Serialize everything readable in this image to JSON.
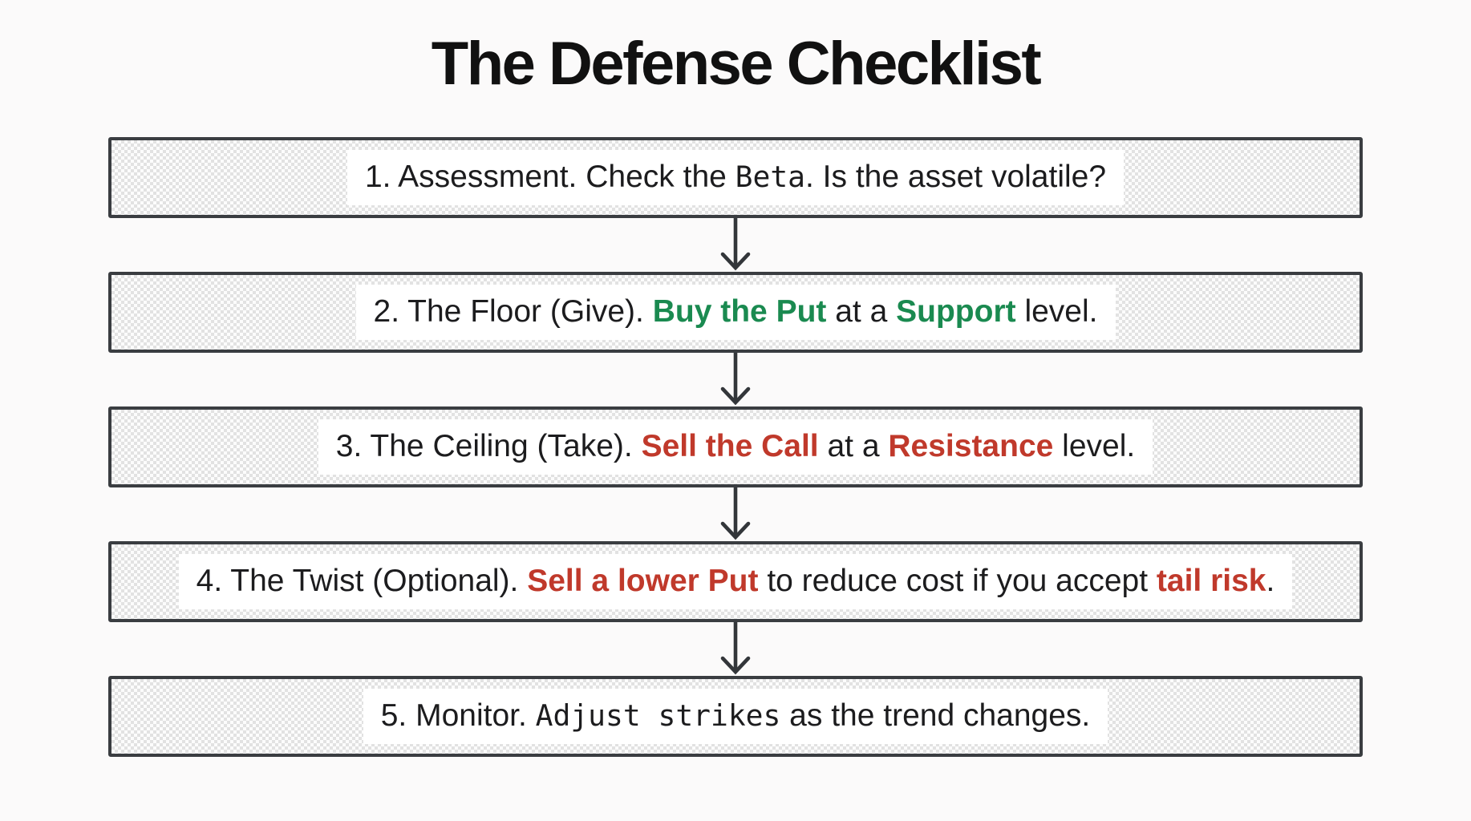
{
  "title": "The Defense Checklist",
  "colors": {
    "green": "#1a8a50",
    "red": "#c0392b",
    "text": "#1c1c1e",
    "box_border": "#3a3d41",
    "arrow": "#33363a",
    "checker": "#e2e2e2",
    "band": "#ffffff",
    "page_background": "#fbfafa"
  },
  "steps": [
    {
      "label": "step-1-assessment",
      "segments": [
        {
          "text": "1. Assessment. Check the ",
          "style": "plain"
        },
        {
          "text": "Beta",
          "style": "mono"
        },
        {
          "text": ". Is the asset volatile?",
          "style": "plain"
        }
      ]
    },
    {
      "label": "step-2-floor",
      "segments": [
        {
          "text": "2. The Floor (Give). ",
          "style": "plain"
        },
        {
          "text": "Buy the Put",
          "style": "green"
        },
        {
          "text": " at a ",
          "style": "plain"
        },
        {
          "text": "Support",
          "style": "green"
        },
        {
          "text": " level.",
          "style": "plain"
        }
      ]
    },
    {
      "label": "step-3-ceiling",
      "segments": [
        {
          "text": "3. The Ceiling (Take). ",
          "style": "plain"
        },
        {
          "text": "Sell the Call",
          "style": "red"
        },
        {
          "text": " at a ",
          "style": "plain"
        },
        {
          "text": "Resistance",
          "style": "red"
        },
        {
          "text": " level.",
          "style": "plain"
        }
      ]
    },
    {
      "label": "step-4-twist",
      "segments": [
        {
          "text": "4. The Twist (Optional). ",
          "style": "plain"
        },
        {
          "text": "Sell a lower Put",
          "style": "red"
        },
        {
          "text": " to reduce cost if you accept ",
          "style": "plain"
        },
        {
          "text": "tail risk",
          "style": "red"
        },
        {
          "text": ".",
          "style": "plain"
        }
      ]
    },
    {
      "label": "step-5-monitor",
      "segments": [
        {
          "text": "5. Monitor. ",
          "style": "plain"
        },
        {
          "text": "Adjust strikes",
          "style": "mono"
        },
        {
          "text": " as the trend changes.",
          "style": "plain"
        }
      ]
    }
  ]
}
